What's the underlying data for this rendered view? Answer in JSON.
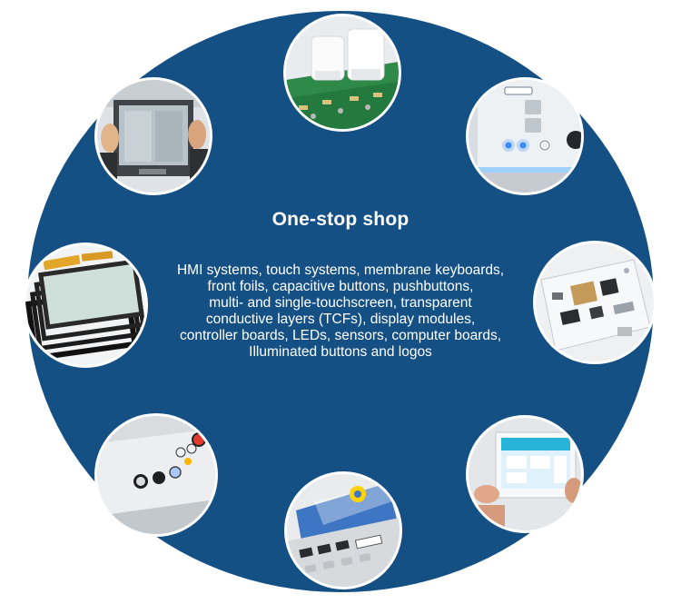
{
  "heading": "One-stop shop",
  "description_lines": [
    "HMI systems, touch systems, membrane keyboards,",
    "front foils, capacitive buttons, pushbuttons,",
    "multi- and single-touchscreen, transparent",
    "conductive layers (TCFs), display modules,",
    "controller boards, LEDs, sensors, computer boards,",
    "Illuminated buttons and logos"
  ],
  "images": [
    {
      "name": "keycaps-on-pcb-image"
    },
    {
      "name": "touch-panel-held-image"
    },
    {
      "name": "capacitive-buttons-panel-image"
    },
    {
      "name": "front-frames-stack-image"
    },
    {
      "name": "computer-board-image"
    },
    {
      "name": "pushbutton-panel-image"
    },
    {
      "name": "membrane-keyboard-image"
    },
    {
      "name": "tablet-hmi-image"
    }
  ],
  "colors": {
    "background": "#155085",
    "text": "#ffffff"
  }
}
